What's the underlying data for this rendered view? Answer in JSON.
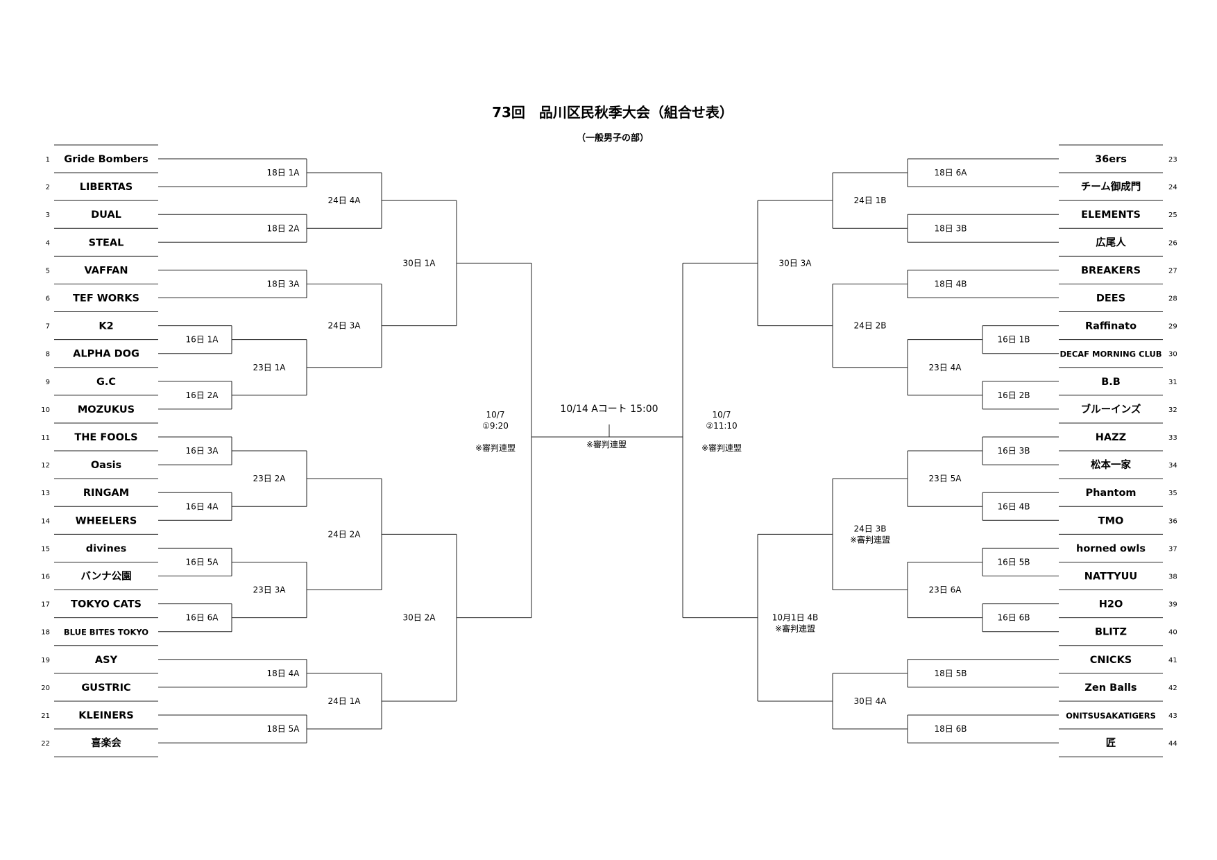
{
  "header": {
    "title": "73回　品川区民秋季大会（組合せ表）",
    "subtitle": "（一般男子の部）"
  },
  "teams_left": [
    {
      "num": "1",
      "name": "Gride Bombers"
    },
    {
      "num": "2",
      "name": "LIBERTAS"
    },
    {
      "num": "3",
      "name": "DUAL"
    },
    {
      "num": "4",
      "name": "STEAL"
    },
    {
      "num": "5",
      "name": "VAFFAN"
    },
    {
      "num": "6",
      "name": "TEF WORKS"
    },
    {
      "num": "7",
      "name": "K2"
    },
    {
      "num": "8",
      "name": "ALPHA DOG"
    },
    {
      "num": "9",
      "name": "G.C"
    },
    {
      "num": "10",
      "name": "MOZUKUS"
    },
    {
      "num": "11",
      "name": "THE FOOLS"
    },
    {
      "num": "12",
      "name": "Oasis"
    },
    {
      "num": "13",
      "name": "RINGAM"
    },
    {
      "num": "14",
      "name": "WHEELERS"
    },
    {
      "num": "15",
      "name": "divines"
    },
    {
      "num": "16",
      "name": "バンナ公園"
    },
    {
      "num": "17",
      "name": "TOKYO CATS"
    },
    {
      "num": "18",
      "name": "BLUE BITES TOKYO"
    },
    {
      "num": "19",
      "name": "ASY"
    },
    {
      "num": "20",
      "name": "GUSTRIC"
    },
    {
      "num": "21",
      "name": "KLEINERS"
    },
    {
      "num": "22",
      "name": "喜楽会"
    }
  ],
  "teams_right": [
    {
      "num": "23",
      "name": "36ers"
    },
    {
      "num": "24",
      "name": "チーム御成門"
    },
    {
      "num": "25",
      "name": "ELEMENTS"
    },
    {
      "num": "26",
      "name": "広尾人"
    },
    {
      "num": "27",
      "name": "BREAKERS"
    },
    {
      "num": "28",
      "name": "DEES"
    },
    {
      "num": "29",
      "name": "Raffinato"
    },
    {
      "num": "30",
      "name": "DECAF MORNING CLUB"
    },
    {
      "num": "31",
      "name": "B.B"
    },
    {
      "num": "32",
      "name": "ブルーインズ"
    },
    {
      "num": "33",
      "name": "HAZZ"
    },
    {
      "num": "34",
      "name": "松本一家"
    },
    {
      "num": "35",
      "name": "Phantom"
    },
    {
      "num": "36",
      "name": "TMO"
    },
    {
      "num": "37",
      "name": "horned owls"
    },
    {
      "num": "38",
      "name": "NATTYUU"
    },
    {
      "num": "39",
      "name": "H2O"
    },
    {
      "num": "40",
      "name": "BLITZ"
    },
    {
      "num": "41",
      "name": "CNICKS"
    },
    {
      "num": "42",
      "name": "Zen Balls"
    },
    {
      "num": "43",
      "name": "ONITSUSAKATIGERS"
    },
    {
      "num": "44",
      "name": "匠"
    }
  ],
  "matches": [
    {
      "id": "L_0_1",
      "label": "18日  1A"
    },
    {
      "id": "L_2_3",
      "label": "18日  2A"
    },
    {
      "id": "L_4_5",
      "label": "18日  3A"
    },
    {
      "id": "L_6_7",
      "label": "16日  1A"
    },
    {
      "id": "L_8_9",
      "label": "16日  2A"
    },
    {
      "id": "L_10_11",
      "label": "16日  3A"
    },
    {
      "id": "L_12_13",
      "label": "16日  4A"
    },
    {
      "id": "L_14_15",
      "label": "16日  5A"
    },
    {
      "id": "L_16_17",
      "label": "16日  6A"
    },
    {
      "id": "L_18_19",
      "label": "18日  4A"
    },
    {
      "id": "L_20_21",
      "label": "18日  5A"
    },
    {
      "id": "L_q1",
      "label": "24日  4A"
    },
    {
      "id": "L_q2",
      "label": "23日  1A"
    },
    {
      "id": "L_q3",
      "label": "24日  3A"
    },
    {
      "id": "L_q4",
      "label": "23日  2A"
    },
    {
      "id": "L_q5",
      "label": "23日  3A"
    },
    {
      "id": "L_q6",
      "label": "24日  2A"
    },
    {
      "id": "L_q7",
      "label": "24日  1A"
    },
    {
      "id": "L_s1",
      "label": "30日  1A"
    },
    {
      "id": "L_s2",
      "label": "30日  2A"
    },
    {
      "id": "R_0_1",
      "label": "18日  6A"
    },
    {
      "id": "R_2_3",
      "label": "18日  3B"
    },
    {
      "id": "R_4_5",
      "label": "18日  4B"
    },
    {
      "id": "R_6_7",
      "label": "16日  1B"
    },
    {
      "id": "R_8_9",
      "label": "16日  2B"
    },
    {
      "id": "R_10_11",
      "label": "16日  3B"
    },
    {
      "id": "R_12_13",
      "label": "16日  4B"
    },
    {
      "id": "R_14_15",
      "label": "16日  5B"
    },
    {
      "id": "R_16_17",
      "label": "16日  6B"
    },
    {
      "id": "R_18_19",
      "label": "18日  5B"
    },
    {
      "id": "R_20_21",
      "label": "18日  6B"
    },
    {
      "id": "R_q1",
      "label": "24日  1B"
    },
    {
      "id": "R_q2",
      "label": "24日  2B"
    },
    {
      "id": "R_q3",
      "label": "23日  4A"
    },
    {
      "id": "R_q4",
      "label": "23日  5A"
    },
    {
      "id": "R_q5",
      "label": "23日  6A"
    },
    {
      "id": "R_q6",
      "label": "24日  3B",
      "note": "※審判連盟"
    },
    {
      "id": "R_q7",
      "label": "30日  4A"
    },
    {
      "id": "R_s1",
      "label": "30日  3A"
    },
    {
      "id": "R_s2",
      "label": "10月1日  4B",
      "note": "※審判連盟"
    }
  ],
  "semifinals": {
    "left": {
      "date": "10/7",
      "time": "①9:20",
      "note": "※審判連盟"
    },
    "right": {
      "date": "10/7",
      "time": "②11:10",
      "note": "※審判連盟"
    }
  },
  "final": {
    "label": "10/14  Aコート  15:00",
    "note": "※審判連盟"
  }
}
